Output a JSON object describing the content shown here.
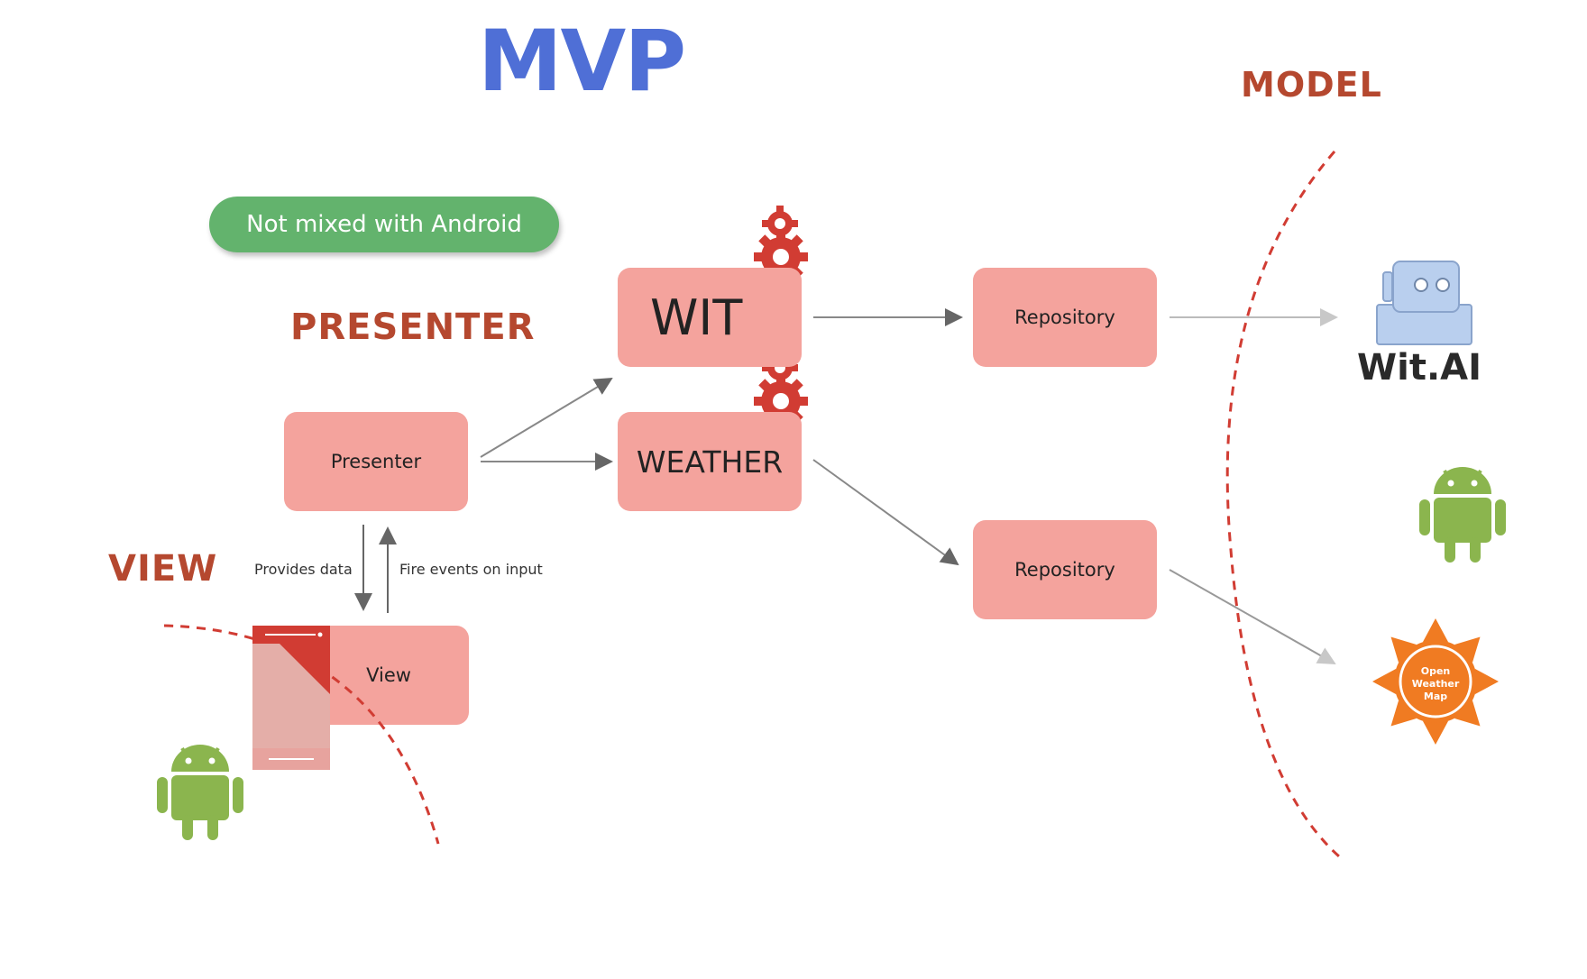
{
  "title": "MVP",
  "sections": {
    "model": "MODEL",
    "presenter": "PRESENTER",
    "view": "VIEW"
  },
  "badge": "Not mixed with Android",
  "boxes": {
    "presenter": "Presenter",
    "wit": "WIT",
    "weather": "WEATHER",
    "repository_1": "Repository",
    "repository_2": "Repository",
    "view": "View"
  },
  "arrow_labels": {
    "provides_data": "Provides data",
    "fire_events": "Fire events on input"
  },
  "logos": {
    "wit_ai": "Wit.AI",
    "openweather": [
      "Open",
      "Weather",
      "Map"
    ]
  },
  "colors": {
    "title": "#4f6fd6",
    "section": "#b5482f",
    "box": "#f4a39d",
    "badge": "#63b36d",
    "gear": "#d13c33",
    "android": "#8bb54e",
    "boundary": "#d13c33",
    "sun": "#f07b22"
  },
  "icons": [
    "gear-icon",
    "android-icon",
    "wit-ai-robot-icon",
    "openweathermap-sun-icon",
    "phone-icon"
  ]
}
